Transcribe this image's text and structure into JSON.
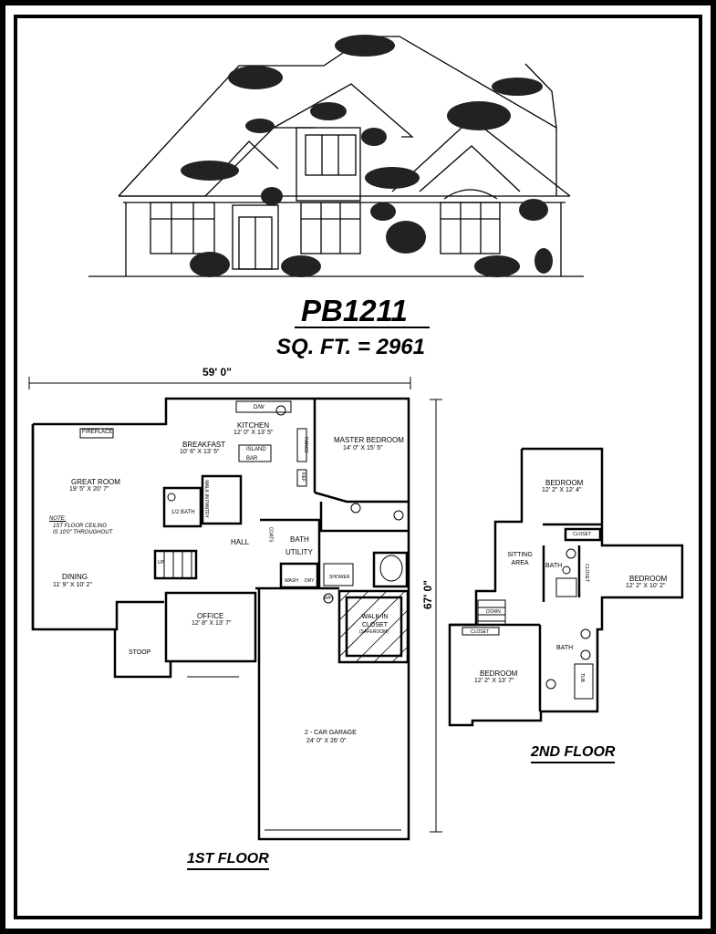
{
  "plan": {
    "name": "PB1211",
    "sqft": "SQ. FT. = 2961"
  },
  "dimensions": {
    "width": "59' 0\"",
    "depth": "67' 0\""
  },
  "floor_labels": {
    "first": "1ST FLOOR",
    "second": "2ND FLOOR"
  },
  "first_floor_rooms": {
    "fireplace": "FIREPLACE",
    "kitchen_name": "KITCHEN",
    "kitchen_size": "12' 0\" X 13' 5\"",
    "breakfast_name": "BREAKFAST",
    "breakfast_size": "10' 6\" X 13' 5\"",
    "island": "ISLAND",
    "bar": "BAR",
    "master_name": "MASTER BEDROOM",
    "master_size": "14' 0\" X 15' 5\"",
    "great_name": "GREAT ROOM",
    "great_size": "19' 5\" X 20' 7\"",
    "note_title": "NOTE:",
    "note_line1": "1ST FLOOR CEILING",
    "note_line2": "IS 10'0\" THROUGHOUT",
    "half_bath": "1/2 BATH",
    "walk_in_pantry": "WALK-IN PANTRY",
    "hall": "HALL",
    "coats": "COATS",
    "bath": "BATH",
    "utility": "UTILITY",
    "wash": "WASH",
    "dry": "DRY",
    "shower": "SHOWER",
    "walkin_closet": "WALK-IN CLOSET",
    "safe_room": "(SAFEROOM)",
    "dining_name": "DINING",
    "dining_size": "11' 9\" X 10' 2\"",
    "office_name": "OFFICE",
    "office_size": "12' 8\" X 13' 7\"",
    "stoop": "STOOP",
    "garage_name": "2 - CAR GARAGE",
    "garage_size": "24' 0\" X 26' 0\"",
    "dw": "D/W",
    "range": "RANGE",
    "ref": "REF",
    "wh": "W/H",
    "up": "UP"
  },
  "second_floor_rooms": {
    "bedroom1_name": "BEDROOM",
    "bedroom1_size": "12' 2\" X 12' 4\"",
    "sitting": "SITTING AREA",
    "bath1": "BATH",
    "closet_a": "CLOSET",
    "bedroom2_name": "BEDROOM",
    "bedroom2_size": "12' 2\" X 10' 2\"",
    "closet_b": "CLOSET",
    "bath2": "BATH",
    "bedroom3_name": "BEDROOM",
    "bedroom3_size": "12' 2\" X 13' 7\"",
    "closet_c": "CLOSET",
    "down": "DOWN",
    "tub": "TUB"
  },
  "colors": {
    "line": "#000000",
    "paper": "#ffffff"
  }
}
